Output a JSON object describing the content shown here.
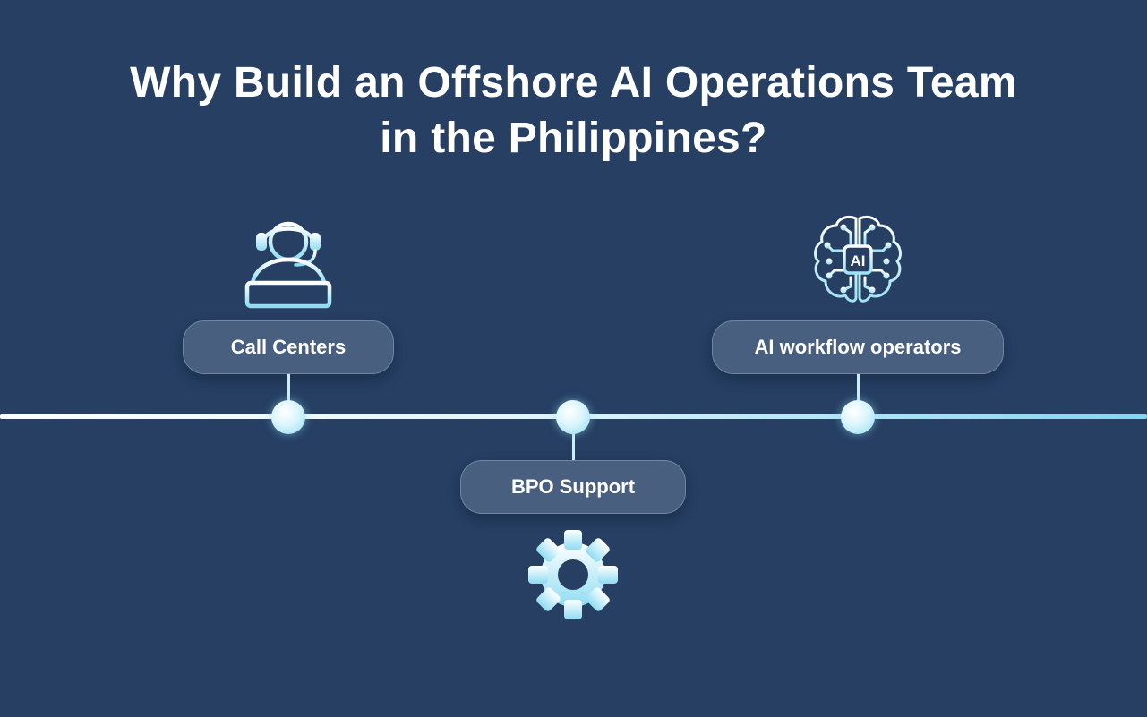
{
  "title": {
    "line1": "Why Build an Offshore AI Operations Team",
    "line2": "in the Philippines?"
  },
  "timeline": {
    "nodes": [
      {
        "label": "Call Centers",
        "icon": "headset-agent-icon",
        "position": "above"
      },
      {
        "label": "BPO Support",
        "icon": "gear-icon",
        "position": "below"
      },
      {
        "label": "AI workflow operators",
        "icon": "ai-brain-icon",
        "position": "above"
      }
    ]
  },
  "icons": {
    "brain_chip_text": "AI"
  },
  "colors": {
    "background": "#263f63",
    "accent": "#8fdcf2",
    "text": "#ffffff"
  }
}
